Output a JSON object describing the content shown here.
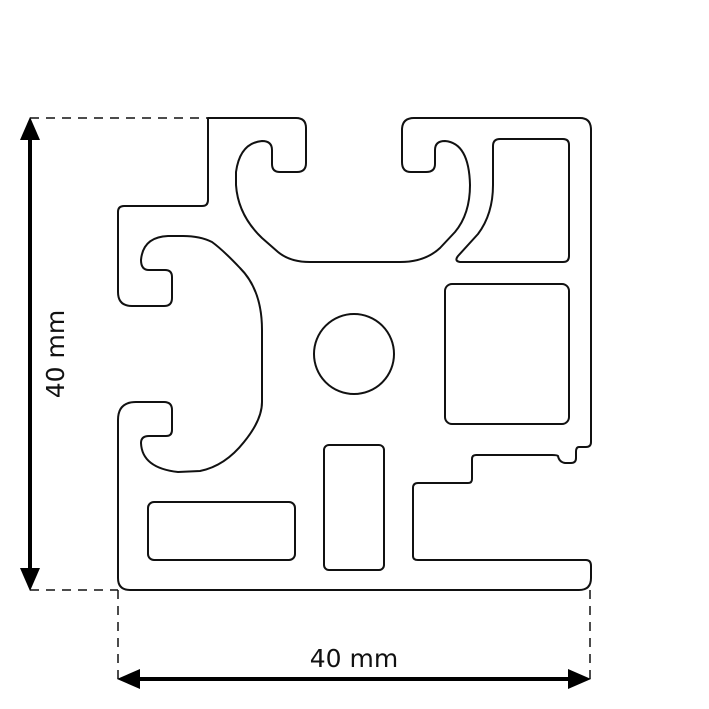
{
  "drawing": {
    "subject": "aluminum extrusion profile cross-section",
    "stroke_color": "#111111",
    "background_color": "#ffffff"
  },
  "dimensions": {
    "width": {
      "value": 40,
      "unit": "mm",
      "label": "40 mm"
    },
    "height": {
      "value": 40,
      "unit": "mm",
      "label": "40 mm"
    }
  }
}
